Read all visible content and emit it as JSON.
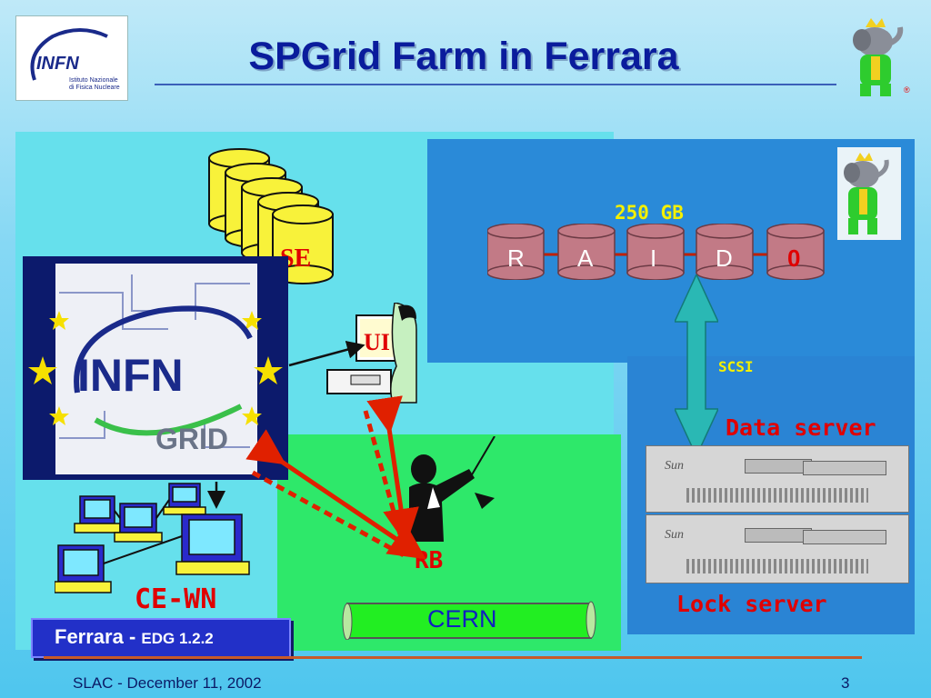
{
  "slide": {
    "title": "SPGrid Farm in Ferrara",
    "footer_left": "SLAC - December 11, 2002",
    "page_number": "3"
  },
  "logo_top": {
    "text_main": "INFN",
    "text_sub1": "Istituto Nazionale",
    "text_sub2": "di Fisica Nucleare"
  },
  "infn_grid_logo": {
    "text_main": "INFN",
    "text_sub": "GRID"
  },
  "se": {
    "label": "SE"
  },
  "ui": {
    "label": "UI"
  },
  "rb": {
    "label": "RB"
  },
  "ce_wn": {
    "label": "CE-WN"
  },
  "raid": {
    "capacity": "250 GB",
    "disks": [
      "R",
      "A",
      "I",
      "D",
      "0"
    ]
  },
  "scsi": {
    "label": "SCSI"
  },
  "data_server": {
    "label": "Data server",
    "brand": "Sun"
  },
  "lock_server": {
    "label": "Lock server",
    "brand": "Sun"
  },
  "ferrara": {
    "label": "Ferrara - ",
    "version": "EDG 1.2.2"
  },
  "cern": {
    "label": "CERN"
  },
  "colors": {
    "title": "#0a1c9c",
    "accent_red": "#e00000",
    "panel_cyan": "#66e0ec",
    "panel_blue": "#2a8ad8",
    "panel_green": "#2ee86a"
  }
}
